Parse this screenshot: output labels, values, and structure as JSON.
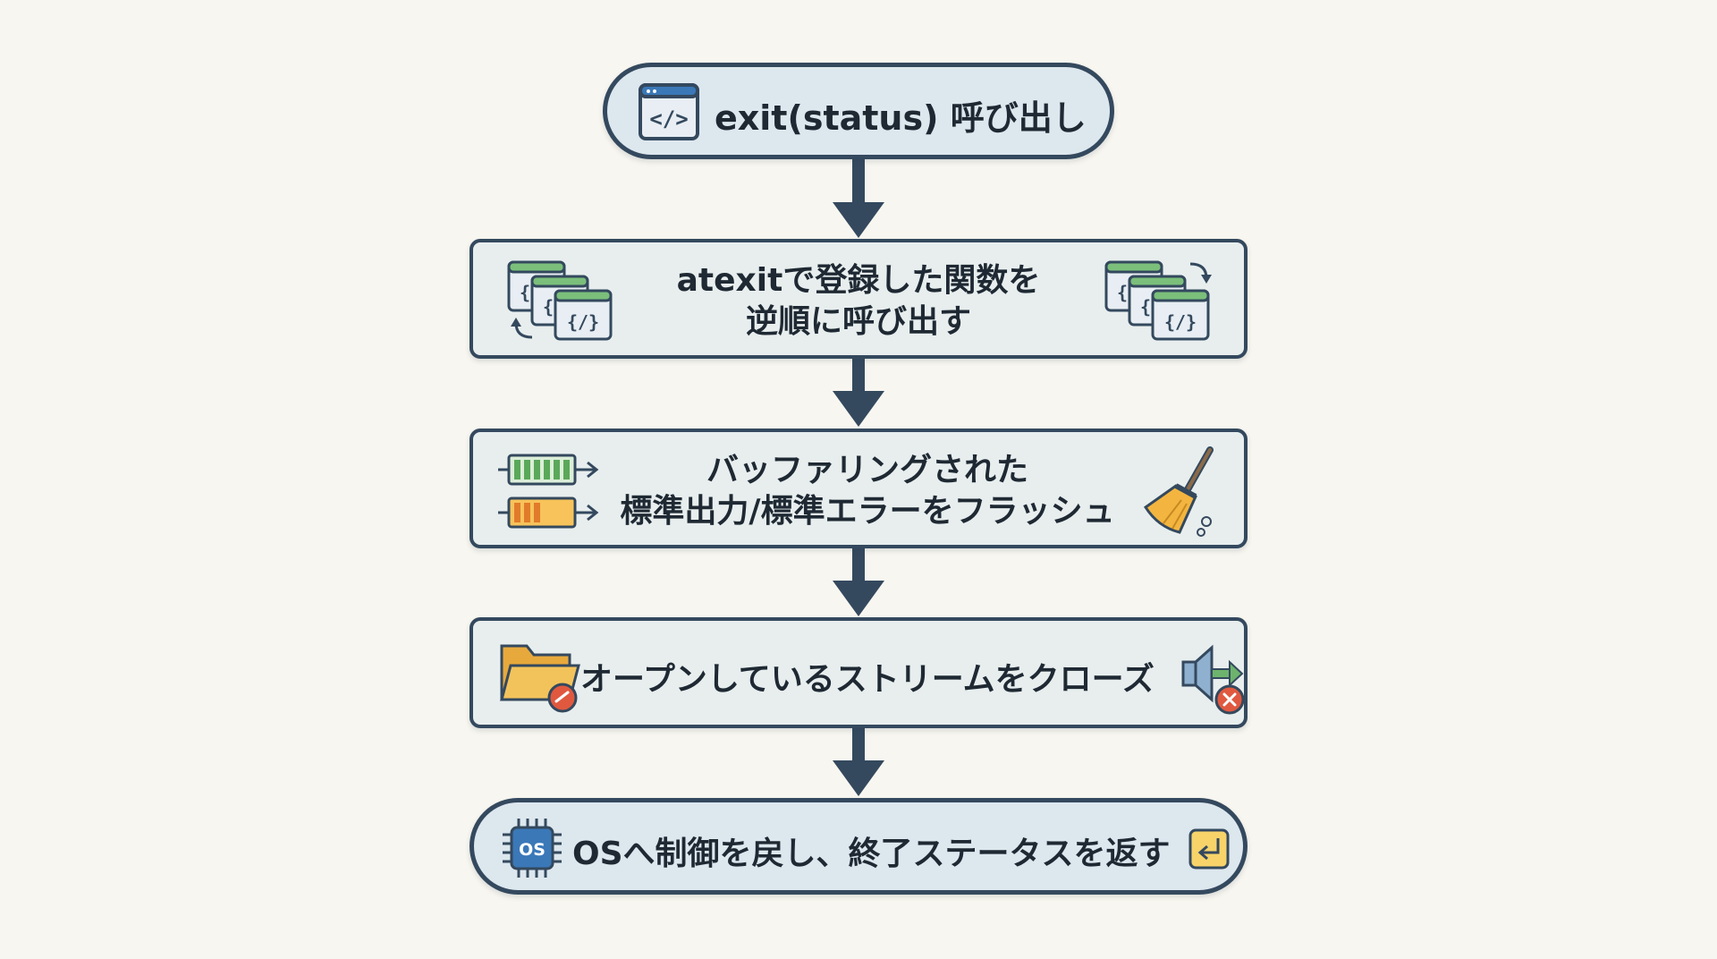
{
  "nodes": [
    {
      "id": "call",
      "label": "exit(status) 呼び出し"
    },
    {
      "id": "atexit",
      "lines": [
        "atexitで登録した関数を",
        "逆順に呼び出す"
      ]
    },
    {
      "id": "flush",
      "lines": [
        "バッファリングされた",
        "標準出力/標準エラーをフラッシュ"
      ]
    },
    {
      "id": "close",
      "label": "オープンしているストリームをクローズ"
    },
    {
      "id": "return",
      "label": "OSへ制御を戻し、終了ステータスを返す"
    }
  ],
  "icons": {
    "os_chip": "OS",
    "code_window": "</>",
    "brace_window": "{/}",
    "brace_left": "{"
  },
  "colors": {
    "background": "#f8f6f0",
    "border": "#34495e",
    "node_fill": "#dde7ee",
    "green": "#5aa85a",
    "orange": "#f2a93b",
    "red": "#e0593f",
    "folder": "#f3c35b",
    "blue": "#3a78b8"
  }
}
